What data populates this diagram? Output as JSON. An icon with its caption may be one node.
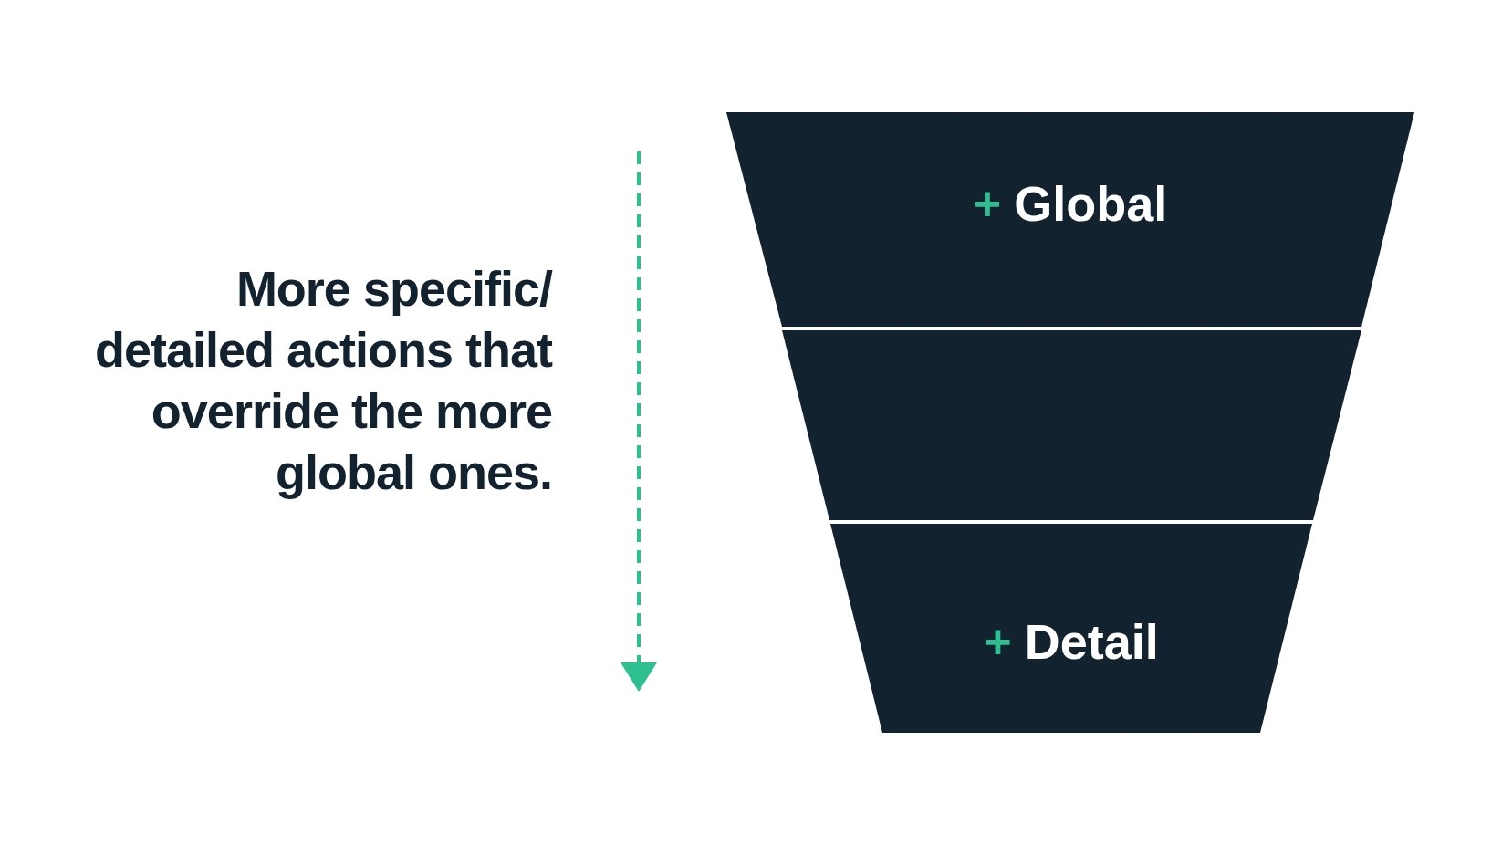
{
  "diagram": {
    "nodes": [
      {
        "text": [
          "+",
          "Global"
        ]
      },
      {
        "text": [],
        "shape": "box"
      },
      {
        "text": [
          "+",
          "Detail"
        ]
      }
    ],
    "labels": [
      "More specific/ detailed actions that override the more global ones."
    ]
  }
}
